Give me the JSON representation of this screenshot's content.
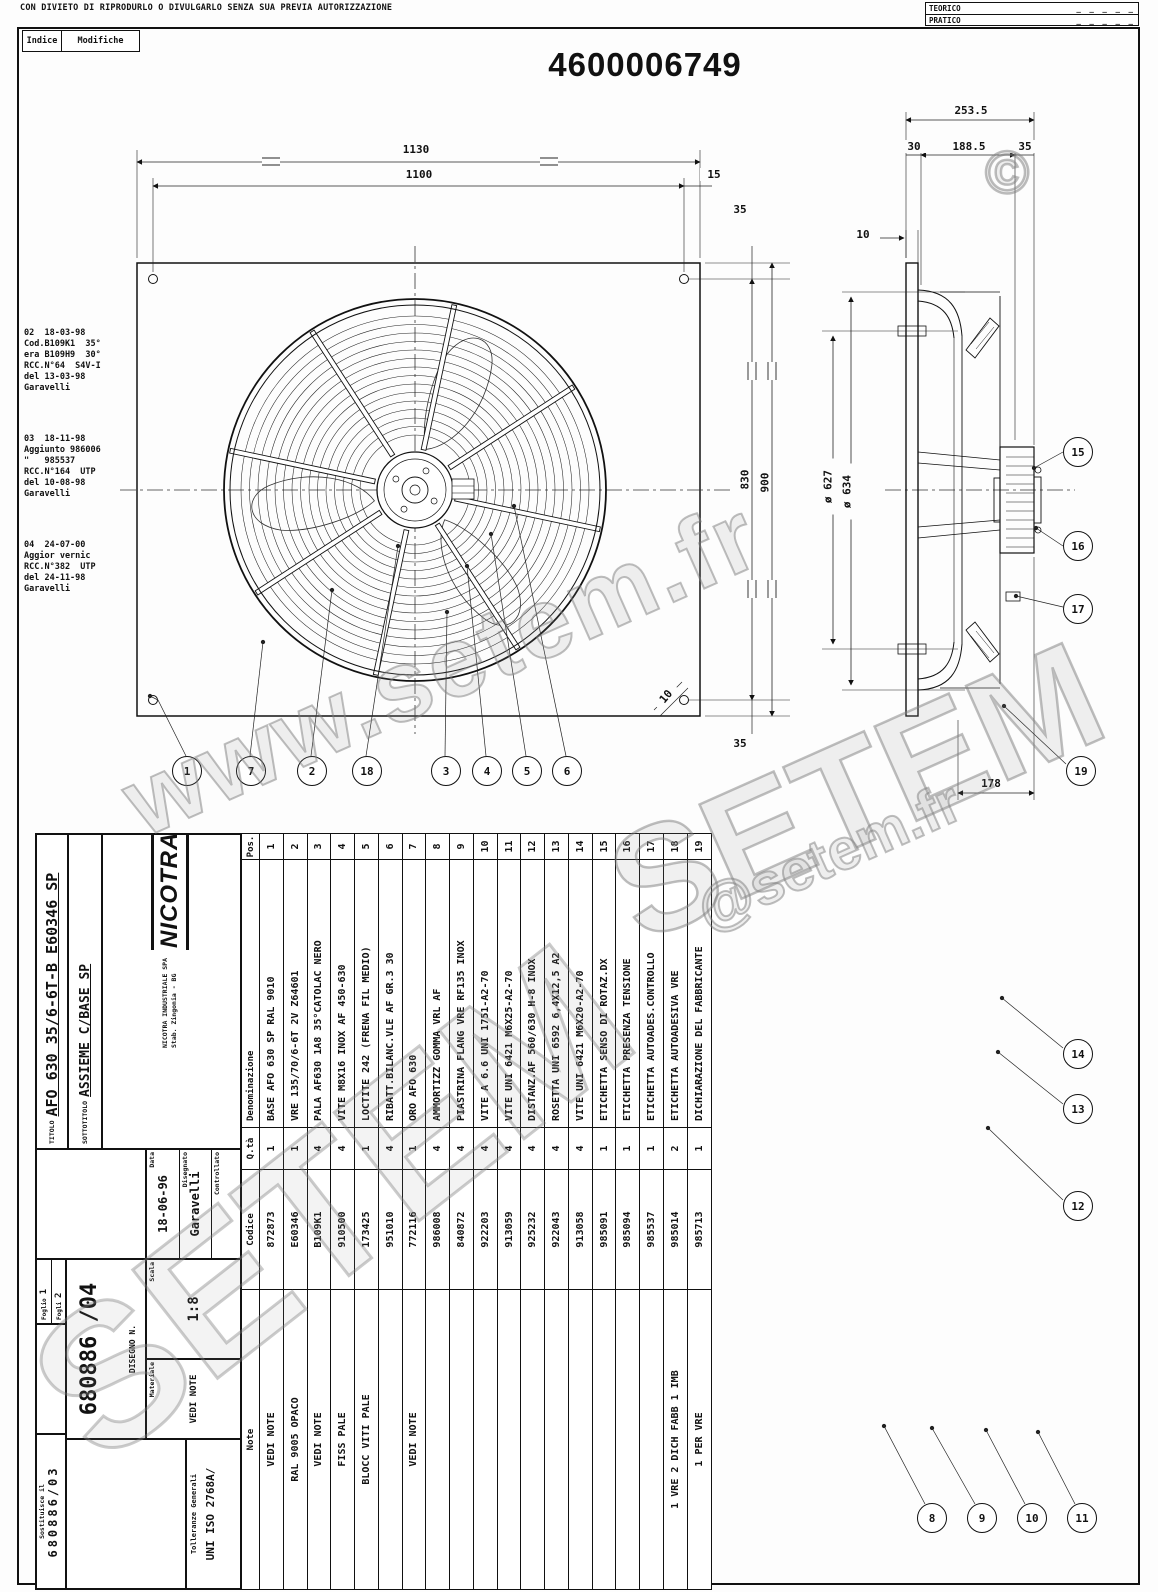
{
  "sheet": {
    "disclaimer": "CON DIVIETO DI RIPRODURLO O DIVULGARLO SENZA SUA PREVIA AUTORIZZAZIONE",
    "teorico_label": "TEORICO",
    "pratico_label": "PRATICO",
    "field_dashes": "_ _ _ _ _",
    "indice_label": "Indice",
    "modifiche_label": "Modifiche",
    "drawing_title": "4600006749"
  },
  "revisions": [
    {
      "lines": [
        "02  18-03-98",
        "Cod.B109K1  35°",
        "era B109H9  30°",
        "RCC.N°64  S4V-I",
        "del 13-03-98",
        "Garavelli"
      ]
    },
    {
      "lines": [
        "03  18-11-98",
        "Aggiunto 986006",
        "\"   985537",
        "RCC.N°164  UTP",
        "del 10-08-98",
        "Garavelli"
      ]
    },
    {
      "lines": [
        "04  24-07-00",
        "Aggior vernic",
        "RCC.N°382  UTP",
        "del 24-11-98",
        "Garavelli"
      ]
    }
  ],
  "dimensions": {
    "d1130": "1130",
    "d1100": "1100",
    "d15": "15",
    "d35_top": "35",
    "d830": "830",
    "d900": "900",
    "d35_bottom": "35",
    "d2535": "253.5",
    "d30": "30",
    "d1885": "188.5",
    "d35_side": "35",
    "d10_plate": "10",
    "d10_chamfer": "10",
    "dia627": "ø 627",
    "dia634": "ø 634",
    "d178": "178"
  },
  "balloons": {
    "b1": "1",
    "b2": "2",
    "b3": "3",
    "b4": "4",
    "b5": "5",
    "b6": "6",
    "b7": "7",
    "b8": "8",
    "b9": "9",
    "b10": "10",
    "b11": "11",
    "b12": "12",
    "b13": "13",
    "b14": "14",
    "b15": "15",
    "b16": "16",
    "b17": "17",
    "b18": "18",
    "b19": "19"
  },
  "bom": {
    "headers": {
      "pos": "Pos.",
      "den": "Denominazione",
      "qty": "Q.tà",
      "code": "Codice",
      "note": "Note"
    },
    "rows": [
      {
        "pos": "1",
        "den": "BASE AFO 630 SP RAL 9010",
        "qty": "1",
        "code": "872873",
        "note": "VEDI NOTE"
      },
      {
        "pos": "2",
        "den": "VRE 135/70/6-6T 2V Z64601",
        "qty": "1",
        "code": "E60346",
        "note": "RAL 9005 OPACO"
      },
      {
        "pos": "3",
        "den": "PALA AF630 1A8 35°CATOLAC NERO",
        "qty": "4",
        "code": "B109K1",
        "note": "VEDI NOTE"
      },
      {
        "pos": "4",
        "den": "VITE M8X16 INOX AF 450-630",
        "qty": "4",
        "code": "910500",
        "note": "FISS PALE"
      },
      {
        "pos": "5",
        "den": "LOCTITE 242 (FRENA FIL MEDIO)",
        "qty": "1",
        "code": "173425",
        "note": "BLOCC VITI PALE"
      },
      {
        "pos": "6",
        "den": "RIBATT.BILANC.VLE AF GR.3 30",
        "qty": "4",
        "code": "951010",
        "note": ""
      },
      {
        "pos": "7",
        "den": "ORO AFO 630",
        "qty": "1",
        "code": "772116",
        "note": "VEDI NOTE"
      },
      {
        "pos": "8",
        "den": "AMMORTIZZ GOMMA VRL AF",
        "qty": "4",
        "code": "986008",
        "note": ""
      },
      {
        "pos": "9",
        "den": "PIASTRINA FLANG VRE RF135 INOX",
        "qty": "4",
        "code": "840872",
        "note": ""
      },
      {
        "pos": "10",
        "den": "VITE A 6.6 UNI 1751-A2-70",
        "qty": "4",
        "code": "922203",
        "note": ""
      },
      {
        "pos": "11",
        "den": "VITE UNI 6421 M6X25-A2-70",
        "qty": "4",
        "code": "913059",
        "note": ""
      },
      {
        "pos": "12",
        "den": "DISTANZ.AF 560/630 H-8 INOX",
        "qty": "4",
        "code": "925232",
        "note": ""
      },
      {
        "pos": "13",
        "den": "ROSETTA UNI 6592 6,4X12,5 A2",
        "qty": "4",
        "code": "922043",
        "note": ""
      },
      {
        "pos": "14",
        "den": "VITE UNI 6421 M6X20-A2-70",
        "qty": "4",
        "code": "913058",
        "note": ""
      },
      {
        "pos": "15",
        "den": "ETICHETTA SENSO DI ROTAZ.DX",
        "qty": "1",
        "code": "985091",
        "note": ""
      },
      {
        "pos": "16",
        "den": "ETICHETTA PRESENZA TENSIONE",
        "qty": "1",
        "code": "985094",
        "note": ""
      },
      {
        "pos": "17",
        "den": "ETICHETTA AUTOADES.CONTROLLO",
        "qty": "1",
        "code": "985537",
        "note": ""
      },
      {
        "pos": "18",
        "den": "ETICHETTA AUTOADESIVA VRE",
        "qty": "2",
        "code": "985014",
        "note": "1 VRE 2 DICH FABB 1 IMB"
      },
      {
        "pos": "19",
        "den": "DICHIARAZIONE DEL FABBRICANTE",
        "qty": "1",
        "code": "985713",
        "note": "1 PER VRE"
      }
    ]
  },
  "titleblock": {
    "titolo_label": "TITOLO",
    "titolo": "AFO 630 35/6-6T-B E60346 SP",
    "sottotitolo_label": "SOTTOTITOLO",
    "sottotitolo": "ASSIEME C/BASE SP",
    "company_logo": "NICOTRA",
    "company_line1": "NICOTRA INDUSTRIALE SPA",
    "company_line2": "Stab. Zingonia - BG",
    "data_label": "Data",
    "data": "18-06-96",
    "disegnato_label": "Disegnato",
    "disegnato": "Garavelli",
    "controllato_label": "Controllato",
    "controllato": "",
    "scala_label": "Scala",
    "scala": "1:8",
    "materiale_label": "Materiale",
    "materiale": "VEDI NOTE",
    "disegno_label": "DISEGNO N.",
    "disegno": "680886 /04",
    "foglio_label": "Foglio",
    "foglio": "1",
    "fogli_label": "Fogli",
    "fogli": "2",
    "sostituisce_label": "Sostituisce il",
    "sostituisce": "680886/03",
    "tolleranze_label": "Tolleranze Generali",
    "tolleranze": "UNI ISO 2768A/"
  },
  "watermarks": {
    "wm1": "www.setem.fr",
    "wm2": "SETEM",
    "wm3": "@setem.fr",
    "wm4": "SETEM",
    "copyright": "©"
  }
}
